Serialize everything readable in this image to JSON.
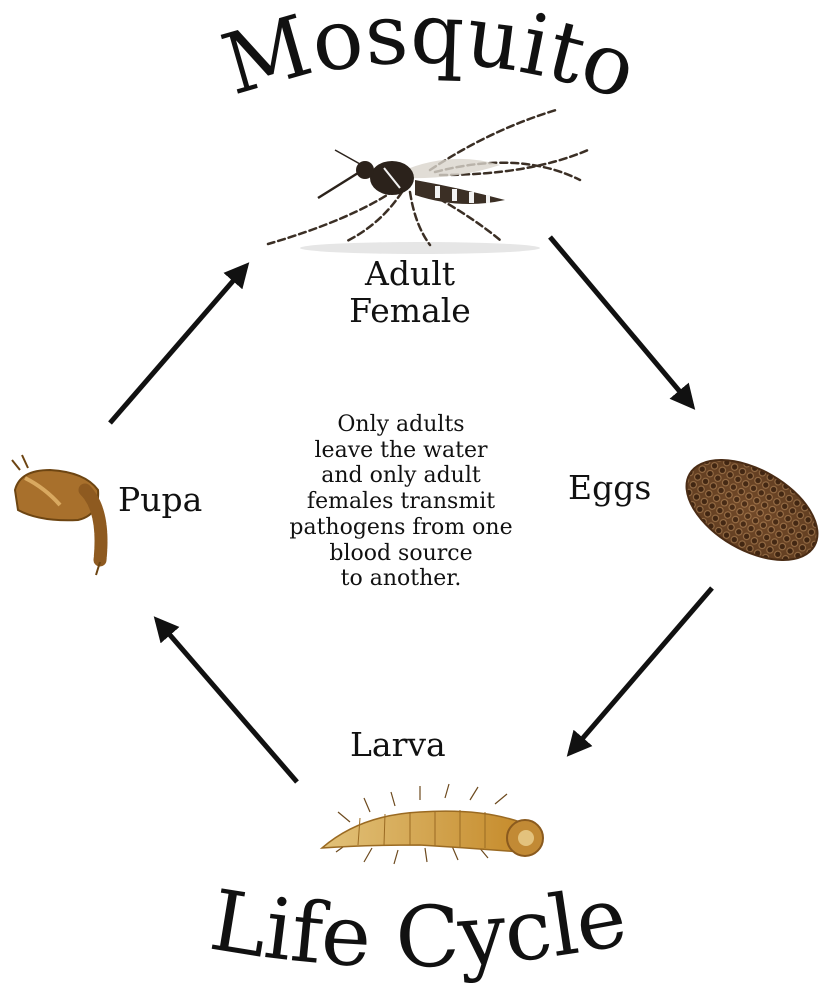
{
  "title_top": "Mosquito",
  "title_bottom": "Life Cycle",
  "stages": {
    "adult_line1": "Adult",
    "adult_line2": "Female",
    "eggs": "Eggs",
    "larva": "Larva",
    "pupa": "Pupa"
  },
  "note_lines": [
    "Only adults",
    "leave the water",
    "and only adult",
    "females transmit",
    "pathogens from one",
    "blood source",
    "to another."
  ],
  "colors": {
    "text": "#111111",
    "arrow": "#111111",
    "larva_body": "#c9972e",
    "egg_mass": "#6b4526",
    "pupa_body": "#a8702c",
    "mosquito_body": "#3b2f25"
  }
}
